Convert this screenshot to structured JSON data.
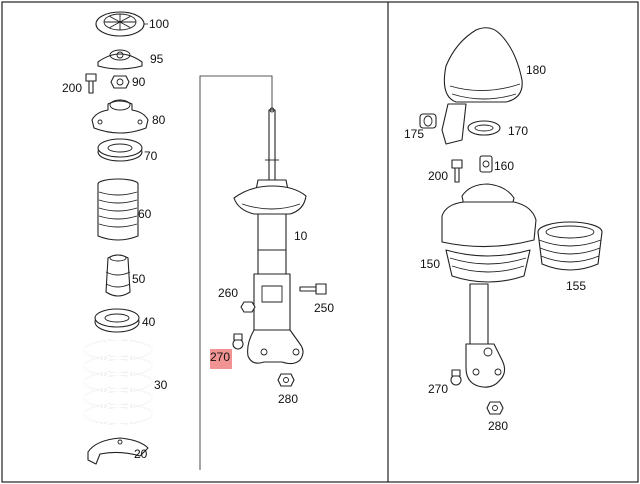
{
  "labels": {
    "p100": "100",
    "p95": "95",
    "p200a": "200",
    "p90": "90",
    "p80": "80",
    "p70": "70",
    "p60": "60",
    "p50": "50",
    "p40": "40",
    "p30": "30",
    "p20": "20",
    "p10": "10",
    "p260": "260",
    "p250": "250",
    "p270a": "270",
    "p280a": "280",
    "p180": "180",
    "p175": "175",
    "p170": "170",
    "p200b": "200",
    "p160": "160",
    "p150": "150",
    "p155": "155",
    "p270b": "270",
    "p280b": "280"
  },
  "highlight_color": "#f08080"
}
